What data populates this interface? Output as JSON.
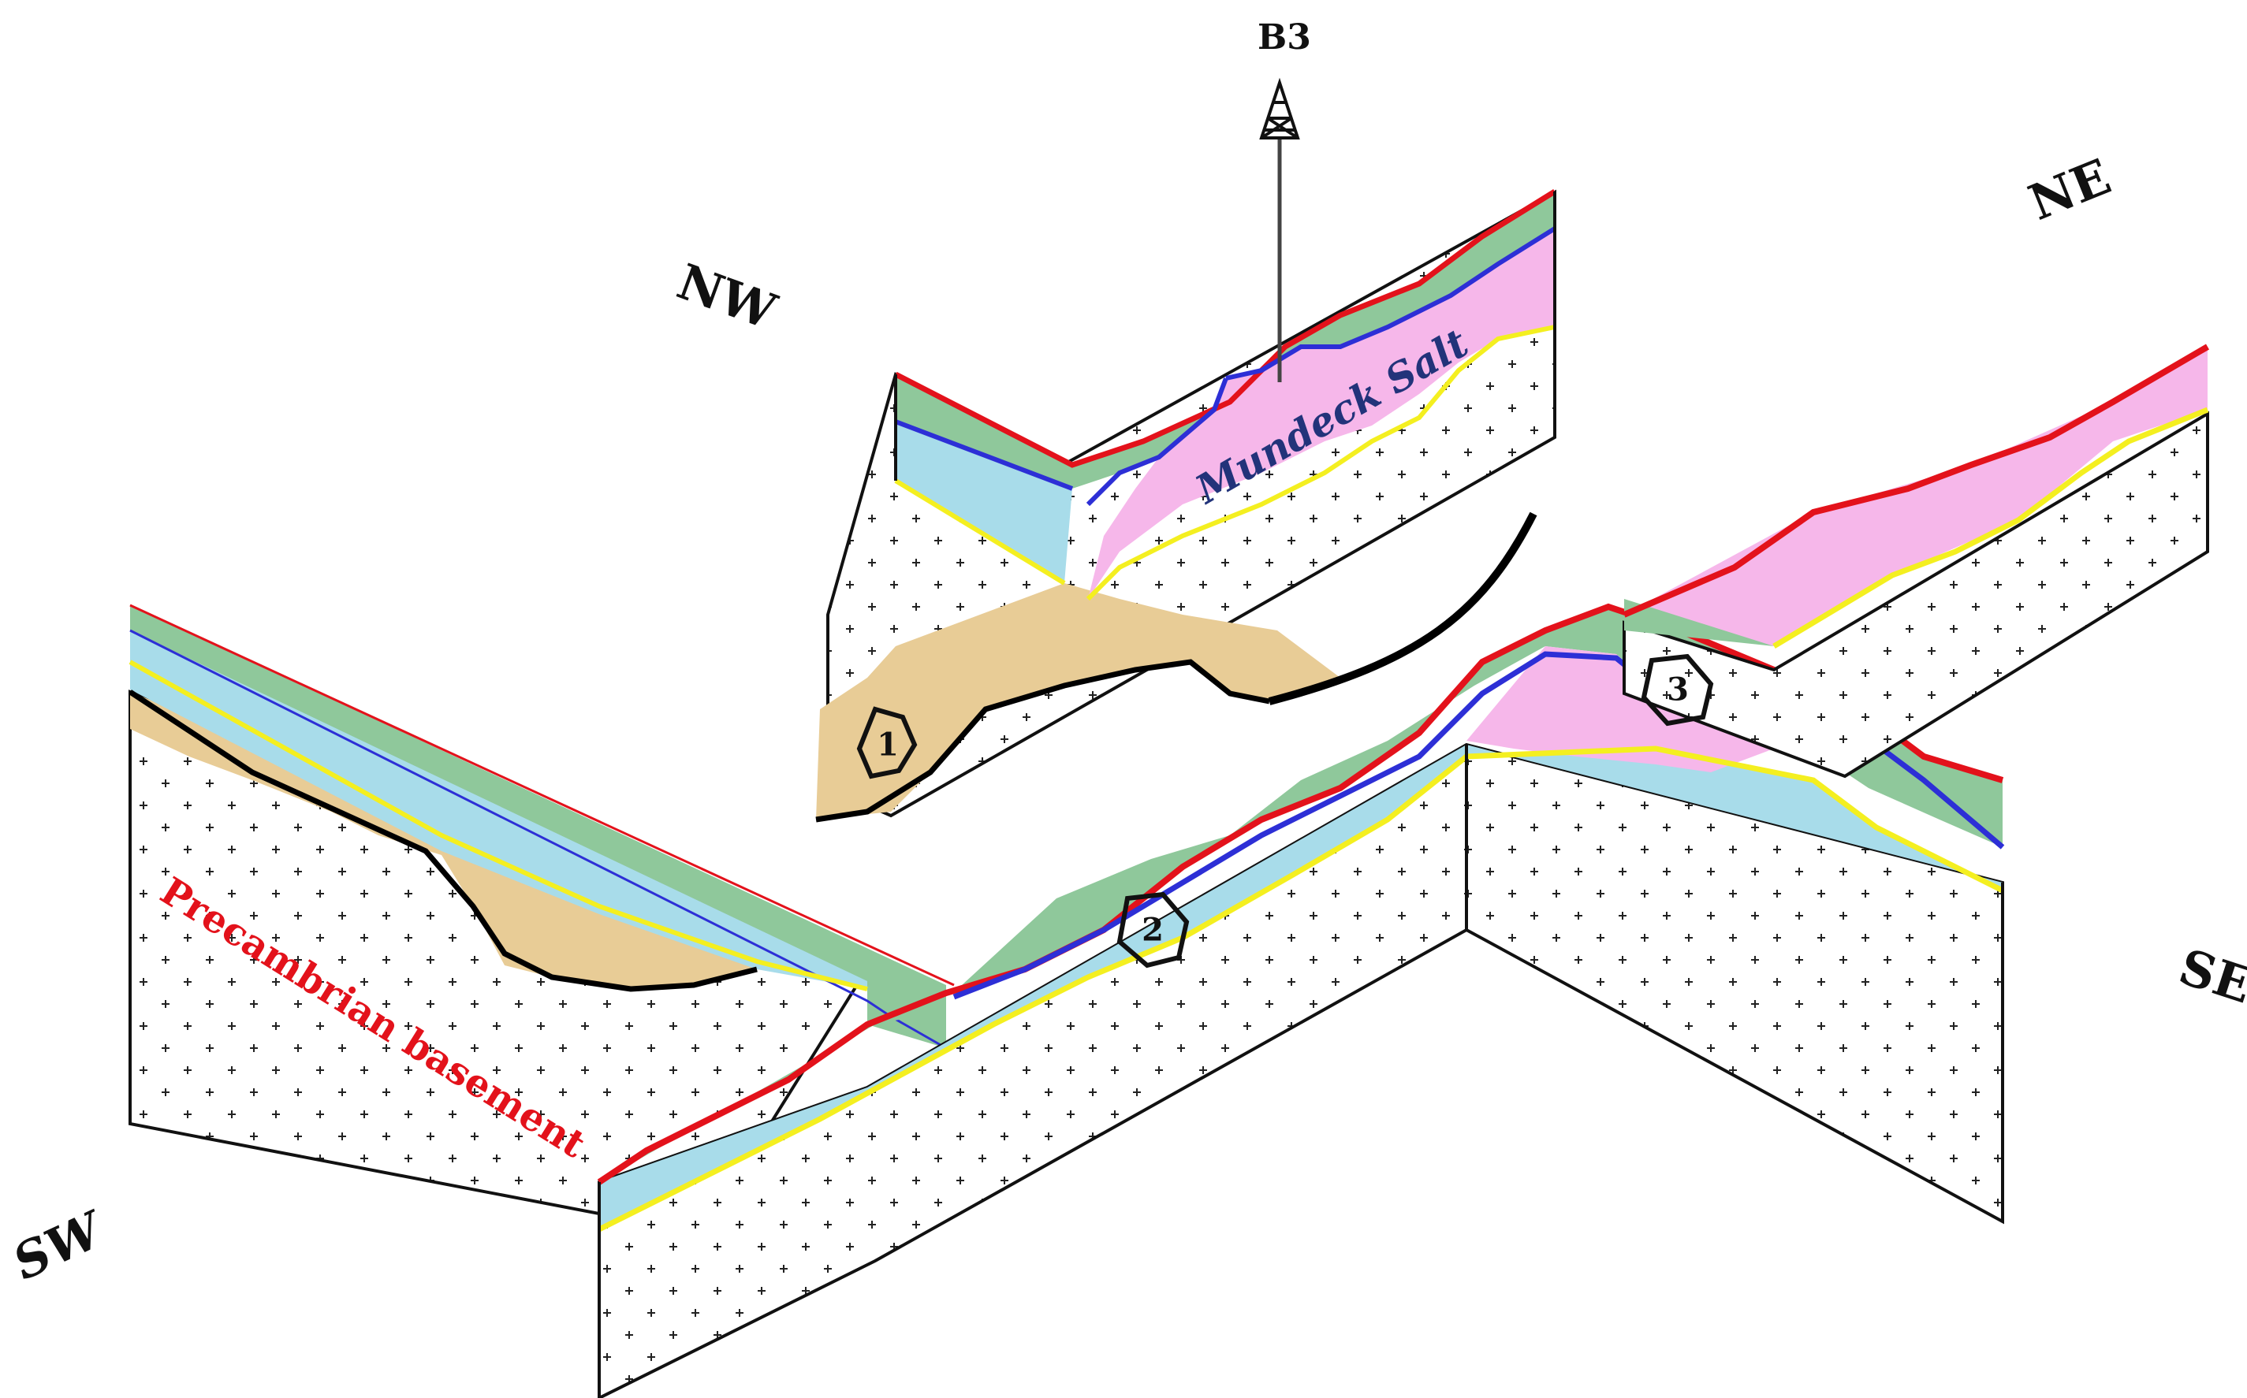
{
  "directions": {
    "nw": "NW",
    "ne": "NE",
    "se": "SE",
    "sw": "SW"
  },
  "well": {
    "label": "B3"
  },
  "formations": {
    "salt": "Mundeck Salt",
    "basement": "Precambrian basement"
  },
  "units": [
    "1",
    "2",
    "3"
  ],
  "colors": {
    "red_horizon": "#e3121b",
    "blue_horizon": "#2d2fd6",
    "yellow_horizon": "#f4ef20",
    "green_layer": "#8fc89b",
    "cyan_layer": "#a8dcea",
    "pink_salt": "#f6b7ea",
    "tan_layer": "#e8cc96",
    "fault": "#000000"
  }
}
